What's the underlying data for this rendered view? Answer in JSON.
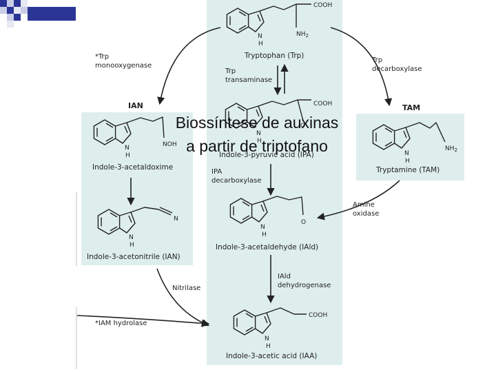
{
  "title": {
    "line1": "Biossíntese de auxinas",
    "line2": "a partir de triptofano"
  },
  "compounds": {
    "trp": {
      "name": "Tryptophan (Trp)"
    },
    "ipa": {
      "name": "Indole-3-pyruvic acid (IPA)"
    },
    "iald": {
      "name": "Indole-3-acetaldehyde (IAld)"
    },
    "iaa": {
      "name": "Indole-3-acetic acid (IAA)"
    },
    "tam": {
      "name": "Tryptamine (TAM)",
      "abbr": "TAM"
    },
    "iaox": {
      "name": "Indole-3-acetaldoxime",
      "abbr": "IAN"
    },
    "ian": {
      "name": "Indole-3-acetonitrile (IAN)"
    }
  },
  "atoms": {
    "cooh": "COOH",
    "nh2": "NH",
    "sub2": "2",
    "n": "N",
    "h": "H",
    "noh": "NOH",
    "o": "O"
  },
  "enzymes": {
    "trp_monooxygenase": [
      "*Trp",
      "monooxygenase"
    ],
    "trp_transaminase": [
      "Trp",
      "transaminase"
    ],
    "trp_decarboxylase": [
      "Trp",
      "decarboxylase"
    ],
    "ipa_decarboxylase": [
      "IPA",
      "decarboxylase"
    ],
    "amine_oxidase": [
      "Amine",
      "oxidase"
    ],
    "iald_dehydrogenase": [
      "IAld",
      "dehydrogenase"
    ],
    "nitrilase": "Nitrilase",
    "iam_hydrolase": "*IAM hydrolase"
  },
  "colors": {
    "panel": "#deeeed",
    "ink": "#222222",
    "deco_blue": "#2b3596",
    "deco_light": "#c9cde6"
  }
}
